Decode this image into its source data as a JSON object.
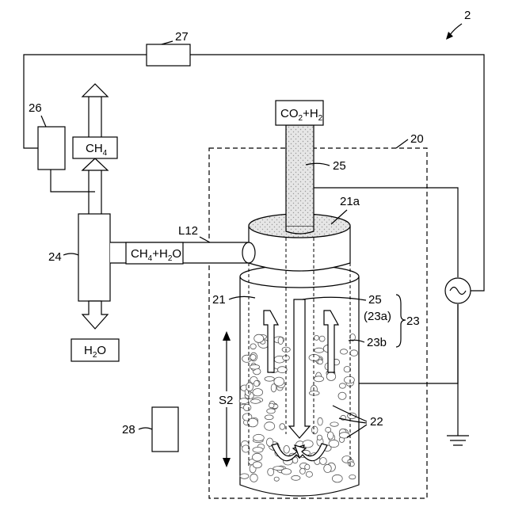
{
  "figure": {
    "fig_number": "2",
    "labels": {
      "l20": "20",
      "l21": "21",
      "l21a": "21a",
      "l22": "22",
      "l23": "23",
      "l23a": "(23a)",
      "l23b": "23b",
      "l24": "24",
      "l25_top": "25",
      "l25_inner": "25",
      "l26": "26",
      "l27": "27",
      "l28": "28",
      "lS2": "S2",
      "lL12": "L12"
    },
    "boxes": {
      "co2_h2": {
        "main": "CO",
        "sub": "2",
        "rest": "+H",
        "sub2": "2"
      },
      "ch4_top": {
        "main": "CH",
        "sub": "4"
      },
      "ch4_h2o": {
        "p1": "CH",
        "s1": "4",
        "p2": "+H",
        "s2": "2",
        "p3": "O"
      },
      "h2o": {
        "p1": "H",
        "s1": "2",
        "p2": "O"
      }
    },
    "colors": {
      "ink": "#000000",
      "gray_fill": "#dcdcdc",
      "background": "#ffffff"
    }
  }
}
